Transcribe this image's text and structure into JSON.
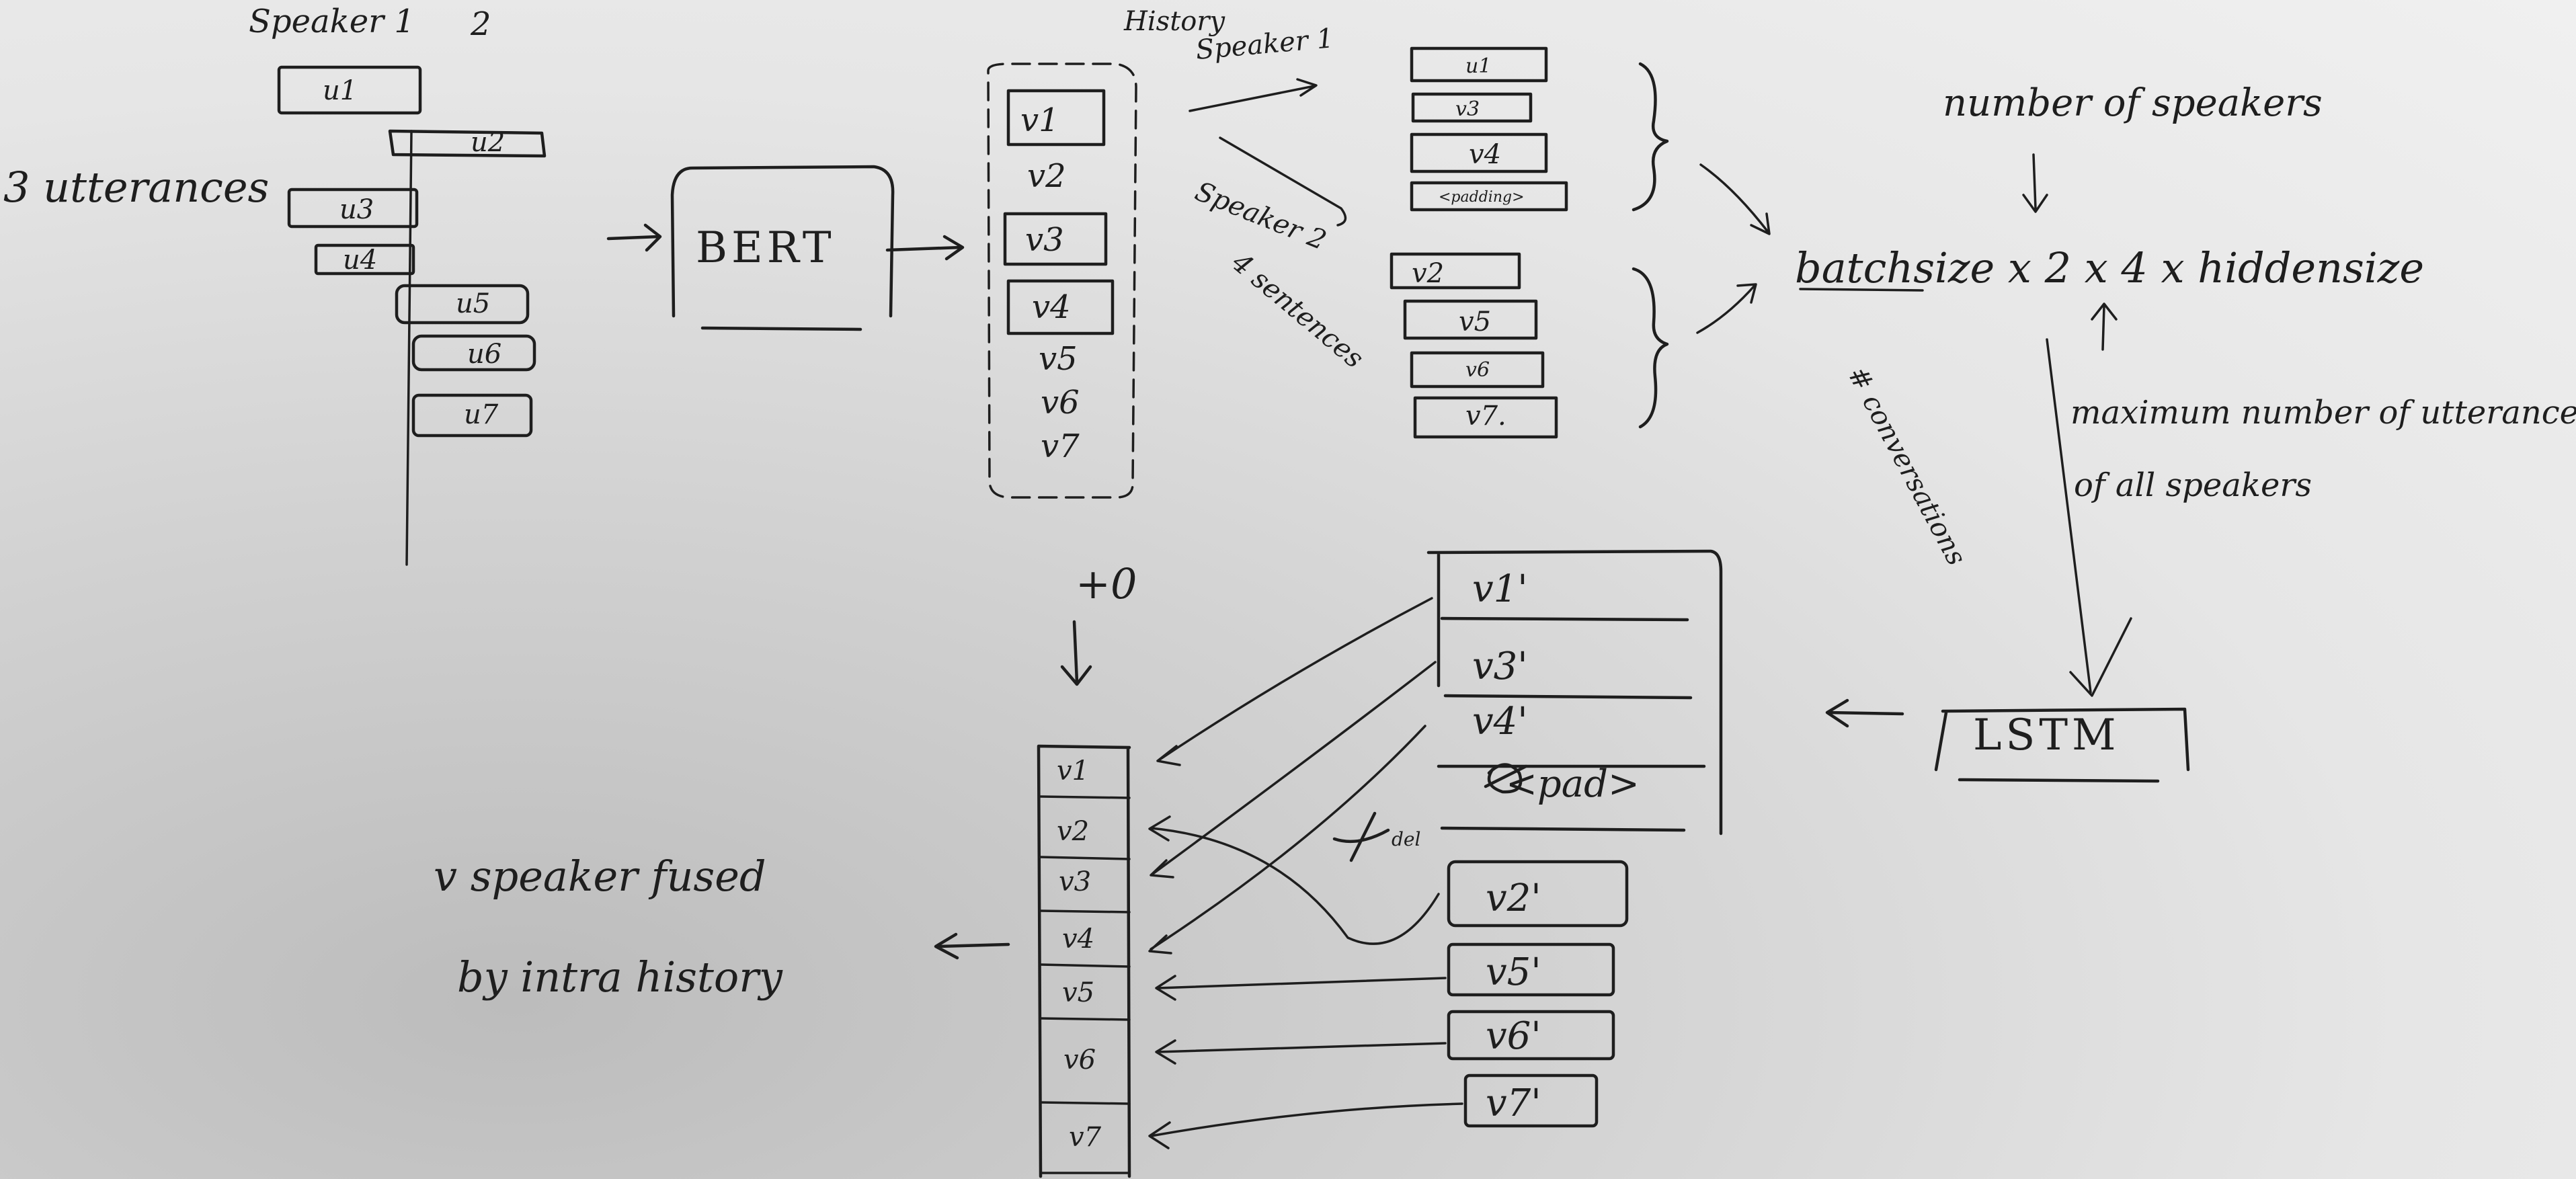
{
  "speaker1_label": "Speaker 1",
  "speaker2_label": "2",
  "utterances_label": "3 utterances",
  "utterances": [
    "u1",
    "u2",
    "u3",
    "u4",
    "u5",
    "u6",
    "u7"
  ],
  "bert_label": "BERT",
  "history_label": "History",
  "bert_outputs": [
    "v1",
    "v2",
    "v3",
    "v4",
    "v5",
    "v6",
    "v7"
  ],
  "speaker1_branch_label": "Speaker 1",
  "speaker2_branch_label": "Speaker 2",
  "four_sentences_label": "4 sentences",
  "speaker1_group": [
    "u1",
    "v3",
    "v4",
    "<padding>"
  ],
  "speaker2_group": [
    "v2",
    "v5",
    "v6",
    "v7."
  ],
  "number_of_speakers_label": "number of speakers",
  "shape_formula": "batchsize x 2 x 4 x hiddensize",
  "conversations_label": "# conversations",
  "max_utterances_line1": "maximum number of utterances",
  "max_utterances_line2": "of all speakers",
  "lstm_label": "LSTM",
  "lstm_speaker1_outputs": [
    "v1'",
    "v3'",
    "v4'",
    "<pad>"
  ],
  "lstm_speaker2_outputs": [
    "v2'",
    "v5'",
    "v6'",
    "v7'"
  ],
  "plus_zero_label": "+0",
  "del_label": "del",
  "fused_column": [
    "v1",
    "v2",
    "v3",
    "v4",
    "v5",
    "v6",
    "v7"
  ],
  "fused_label_line1": "v speaker fused",
  "fused_label_line2": "by intra history"
}
